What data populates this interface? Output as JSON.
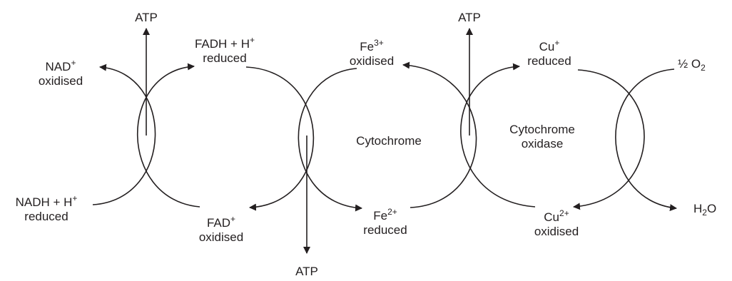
{
  "diagram": {
    "atp_label": "ATP",
    "nad": {
      "base": "NAD",
      "sup": "+",
      "state": "oxidised"
    },
    "nadh": {
      "base": "NADH + H",
      "sup": "+",
      "state": "reduced"
    },
    "fadh": {
      "base": "FADH + H",
      "sup": "+",
      "state": "reduced"
    },
    "fad": {
      "base": "FAD",
      "sup": "+",
      "state": "oxidised"
    },
    "fe3": {
      "base": "Fe",
      "sup": "3+",
      "state": "oxidised"
    },
    "fe2": {
      "base": "Fe",
      "sup": "2+",
      "state": "reduced"
    },
    "cu1": {
      "base": "Cu",
      "sup": "+",
      "state": "reduced"
    },
    "cu2": {
      "base": "Cu",
      "sup": "2+",
      "state": "oxidised"
    },
    "cytochrome": "Cytochrome",
    "cytochrome_oxidase": {
      "line1": "Cytochrome",
      "line2": "oxidase"
    },
    "oxygen": {
      "prefix": "½ O",
      "sub": "2"
    },
    "water": {
      "prefix": "H",
      "sub": "2",
      "suffix": "O"
    },
    "line_color": "#231f20"
  }
}
